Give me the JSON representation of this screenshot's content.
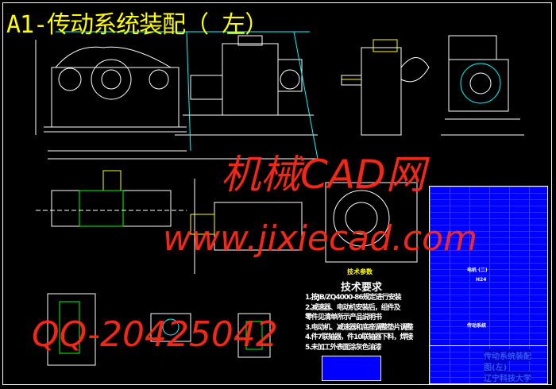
{
  "drawing": {
    "title": "A1-传动系统装配（ 左）",
    "tech_params_label": "技术参数",
    "tech_requirements": {
      "heading": "技术要求",
      "items": [
        "1.按JB/ZQ4000-86规定进行安装",
        "2.减速器、电动机安装后，组件及",
        "  零件见清单所示产品说明书",
        "3.电动机、减速器和底座调整垫片调整",
        "4.件7联轴器，件10联轴器下料，焊接",
        "5.未加工外表面涂灰色油漆"
      ]
    },
    "title_block": {
      "bom_note_1": "电机 (二)",
      "bom_note_2": "H24",
      "bom_note_3": "传动系统",
      "drawing_name": "传动系统装配",
      "sheet_name": "图(左)",
      "school": "辽宁科技大学"
    }
  },
  "watermark": {
    "site_cn": "机械CAD网",
    "url": "www.jixiecad.com",
    "qq": "QQ-20425042"
  },
  "colors": {
    "background": "#000000",
    "title": "#ffff00",
    "watermark": "#ff2a1a",
    "table": "#0000ff",
    "lines": "#ffffff"
  }
}
